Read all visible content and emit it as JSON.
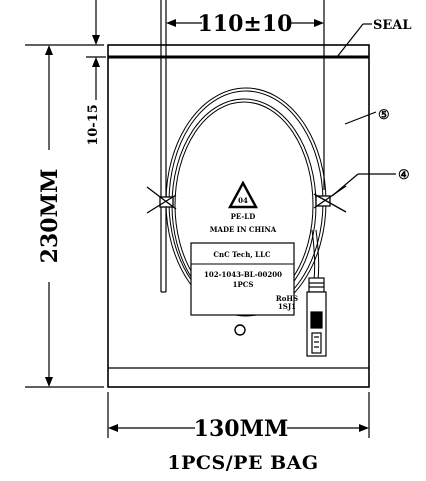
{
  "dimensions": {
    "width_top": "110±10",
    "height_total": "230MM",
    "seal_offset": "10-15",
    "width_bottom": "130MM"
  },
  "callouts": {
    "seal": "SEAL",
    "item5": "⑤",
    "item4": "④"
  },
  "recycle_mark": {
    "code": "04",
    "material": "PE-LD",
    "origin": "MADE IN CHINA"
  },
  "product_label": {
    "company": "CnC Tech, LLC",
    "part_number": "102-1043-BL-00200",
    "quantity": "1PCS",
    "rohs_line1": "RoHS",
    "rohs_line2": "1SJ1"
  },
  "footer": {
    "packaging": "1PCS/PE BAG"
  }
}
